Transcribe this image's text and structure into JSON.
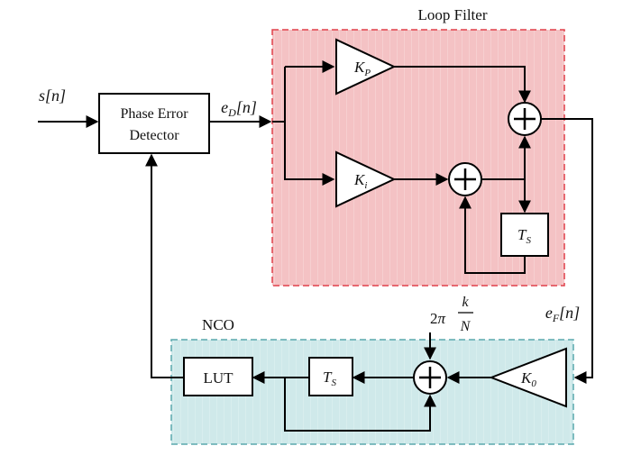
{
  "labels": {
    "loop_filter_title": "Loop Filter",
    "nco_title": "NCO",
    "input_signal": "s[n]",
    "detector_output": "e_D[n]",
    "filter_output": "e_F[n]",
    "phase_increment": "2π k/N"
  },
  "blocks": {
    "phase_error_detector": [
      "Phase Error",
      "Detector"
    ],
    "lut": "LUT",
    "delay": "T_S"
  },
  "gains": {
    "proportional": "K_P",
    "integral": "K_i",
    "nco_gain": "K_0"
  },
  "colors": {
    "loop_filter_fill": "#f4c2c4",
    "loop_filter_border": "#e0404a",
    "nco_fill": "#cfe9ea",
    "nco_border": "#5aa9ad",
    "line": "#000000"
  }
}
